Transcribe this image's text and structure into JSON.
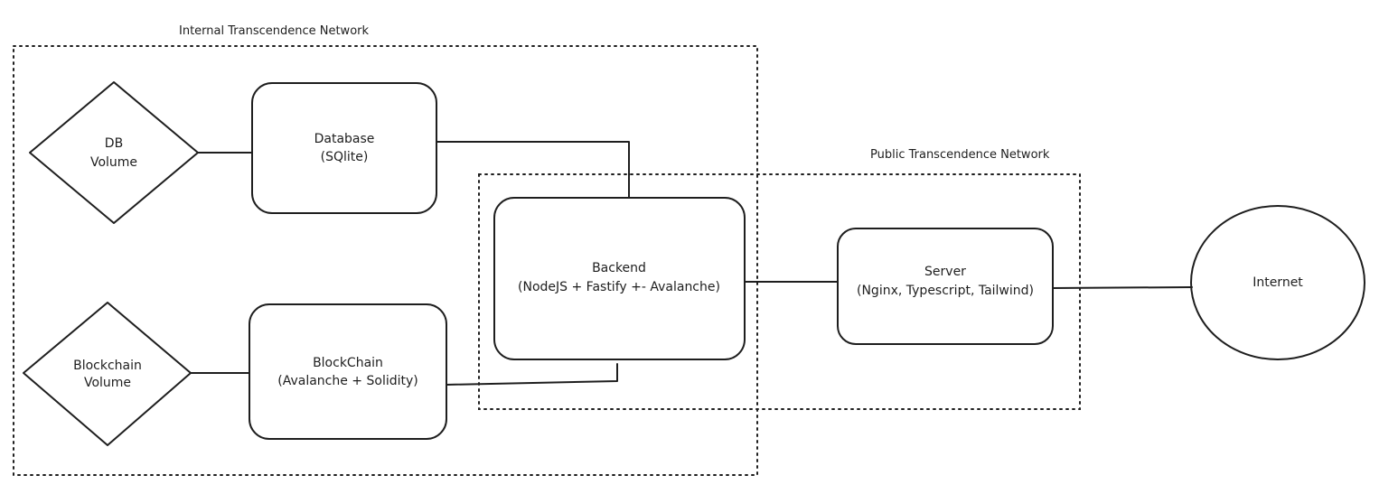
{
  "zones": {
    "internal": {
      "label": "Internal Transcendence Network"
    },
    "public": {
      "label": "Public Transcendence Network"
    }
  },
  "nodes": {
    "db_volume": {
      "line1": "DB",
      "line2": "Volume"
    },
    "database": {
      "line1": "Database",
      "line2": "(SQlite)"
    },
    "blockchain_volume": {
      "line1": "Blockchain",
      "line2": "Volume"
    },
    "blockchain": {
      "line1": "BlockChain",
      "line2": "(Avalanche + Solidity)"
    },
    "backend": {
      "line1": "Backend",
      "line2": "(NodeJS + Fastify +- Avalanche)"
    },
    "server": {
      "line1": "Server",
      "line2": "(Nginx, Typescript, Tailwind)"
    },
    "internet": {
      "line1": "Internet"
    }
  }
}
